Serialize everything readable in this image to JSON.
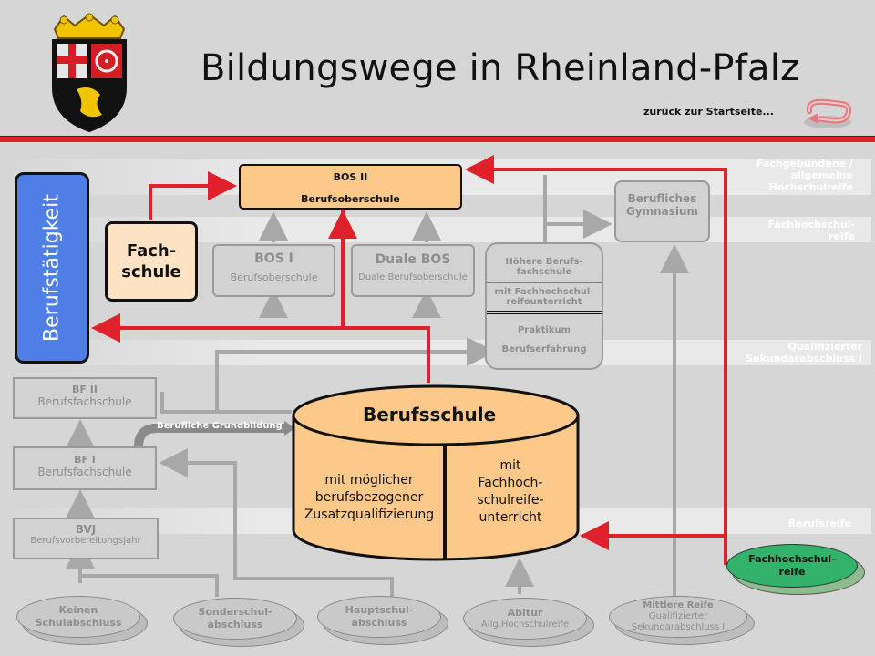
{
  "header": {
    "title": "Bildungswege in Rheinland-Pfalz",
    "back_link": "zurück zur Startseite..."
  },
  "levels": {
    "hochschulreife": "Fachgebundene / allgemeine Hochschulreife",
    "fachhochschulreife": "Fachhochschul- reife",
    "sekundar": "Qualifizierter Sekundarabschluss I",
    "berufsreife": "Berufsreife"
  },
  "boxes": {
    "berufstaetigkeit": "Berufstätigkeit",
    "fachschule": [
      "Fach-",
      "schule"
    ],
    "bos2": {
      "title": "BOS II",
      "sub": "Berufsoberschule"
    },
    "berufliches_gymnasium": [
      "Berufliches",
      "Gymnasium"
    ],
    "bos1": {
      "title": "BOS I",
      "sub": "Berufsoberschule"
    },
    "duale_bos": {
      "title": "Duale BOS",
      "sub": "Duale Berufsoberschule"
    },
    "hoehere_bfs": {
      "title": [
        "Höhere Berufs-",
        "fachschule"
      ],
      "fhr": [
        "mit Fachhochschul-",
        "reifeunterricht"
      ],
      "praktikum": "Praktikum",
      "berufserfahrung": "Berufserfahrung"
    },
    "bf2": {
      "title": "BF II",
      "sub": "Berufsfachschule"
    },
    "bf1": {
      "title": "BF I",
      "sub": "Berufsfachschule"
    },
    "bvj": {
      "title": "BVJ",
      "sub": "Berufsvorbereitungsjahr"
    },
    "berufliche_grundbildung": "Berufliche Grundbildung",
    "berufsschule": {
      "title": "Berufsschule",
      "left": [
        "mit möglicher",
        "berufsbezogener",
        "Zusatzqualifizierung"
      ],
      "right": [
        "mit",
        "Fachhoch-",
        "schulreife-",
        "unterricht"
      ]
    }
  },
  "entries": {
    "keinen": [
      "Keinen",
      "Schulabschluss"
    ],
    "sonderschul": [
      "Sonderschul-",
      "abschluss"
    ],
    "hauptschul": [
      "Hauptschul-",
      "abschluss"
    ],
    "abitur": {
      "title": "Abitur",
      "sub": "Allg.Hochschulreife"
    },
    "mittlere": {
      "title": "Mittlere Reife",
      "sub": [
        "Qualifizierter",
        "Sekundarabschluss I"
      ]
    },
    "fachhochschulreife": [
      "Fachhochschul-",
      "reife"
    ]
  },
  "colors": {
    "accent_red": "#e0202a",
    "berufstaetigkeit_blue": "#4f7fe6",
    "orange": "#fdc98a",
    "green": "#33b26b",
    "coat_red": "#d21f26",
    "coat_gold": "#f2c400"
  }
}
